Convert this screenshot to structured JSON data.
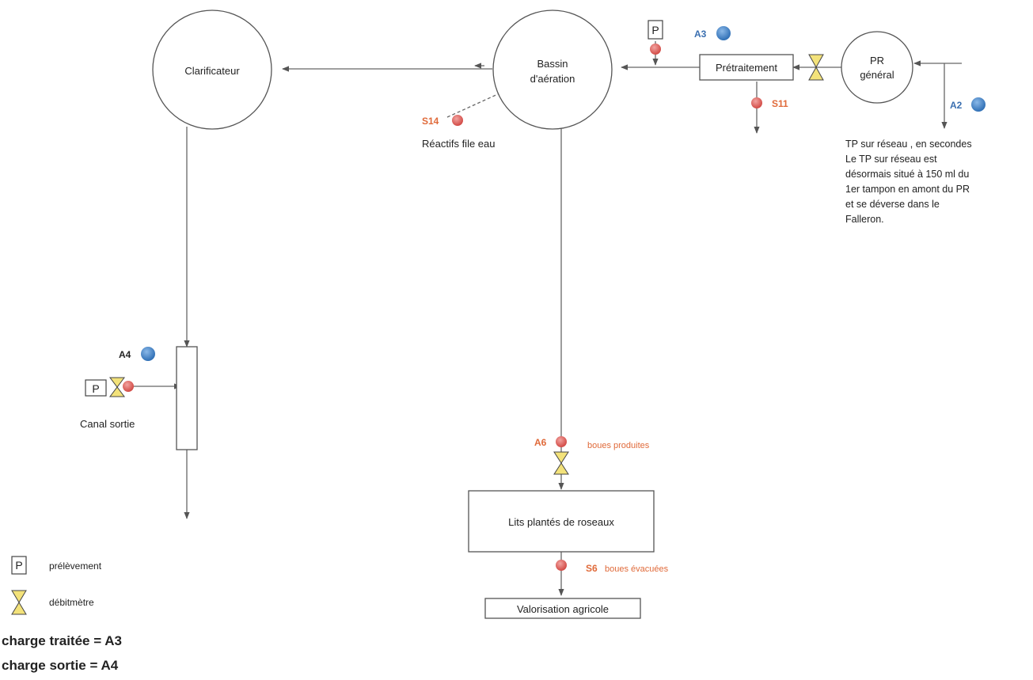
{
  "nodes": {
    "clarificateur": "Clarificateur",
    "bassin_line1": "Bassin",
    "bassin_line2": "d'aération",
    "pretraitement": "Prétraitement",
    "pr_line1": "PR",
    "pr_line2": "général",
    "lits": "Lits plantés de roseaux",
    "valorisation": "Valorisation agricole",
    "canal": "Canal sortie",
    "reactifs": "Réactifs file eau"
  },
  "points": {
    "a2": "A2",
    "a3": "A3",
    "a4": "A4",
    "a6": "A6",
    "s11": "S11",
    "s14": "S14",
    "s6": "S6",
    "p": "P"
  },
  "labels": {
    "boues_produites": "boues produites",
    "boues_evacuees": "boues évacuées"
  },
  "note": [
    "TP sur réseau , en secondes",
    "Le TP sur réseau est",
    "désormais situé à 150 ml du",
    "1er tampon en amont du PR",
    "et se déverse dans le",
    "Falleron."
  ],
  "legend": {
    "prelevement": "prélèvement",
    "debitmetre": "débitmètre",
    "charge_traitee": "charge traitée = A3",
    "charge_sortie": "charge sortie = A4"
  },
  "colors": {
    "sample_point": "#d9534f",
    "measure_point": "#3a7cc4",
    "flowmeter": "#f3e27a",
    "orange_text": "#e06a3a"
  }
}
